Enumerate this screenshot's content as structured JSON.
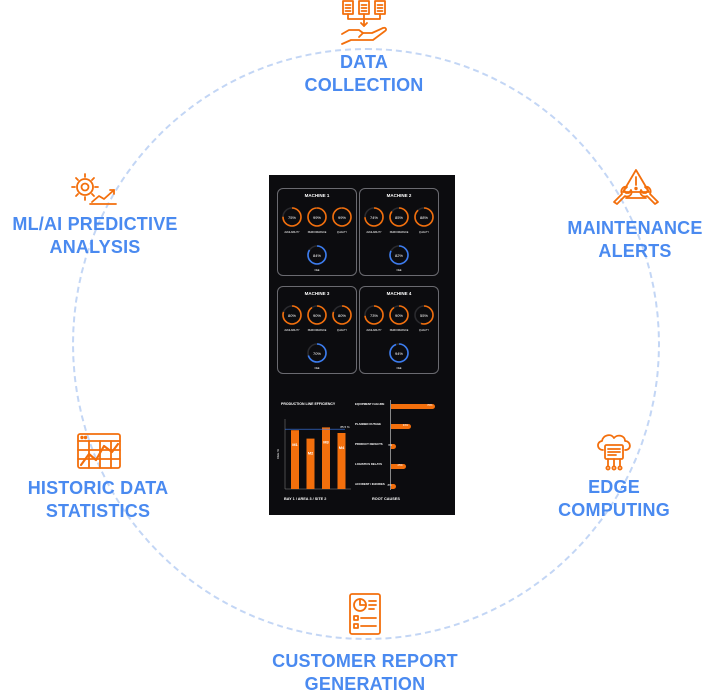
{
  "colors": {
    "accent": "#f36f0c",
    "label": "#4a8af0",
    "ring": "#c3d6f5",
    "dashboard_bg": "#0c0c0f",
    "gauge_blue": "#3b7cf0"
  },
  "cycle": {
    "data_collection": {
      "line1": "DATA",
      "line2": "COLLECTION",
      "icon": "documents-hand-icon"
    },
    "maintenance_alerts": {
      "line1": "MAINTENANCE",
      "line2": "ALERTS",
      "icon": "warning-wrench-icon"
    },
    "edge_computing": {
      "line1": "EDGE",
      "line2": "COMPUTING",
      "icon": "cloud-circuit-icon"
    },
    "customer_report": {
      "line1": "CUSTOMER REPORT",
      "line2": "GENERATION",
      "icon": "report-document-icon"
    },
    "historic_data": {
      "line1": "HISTORIC DATA",
      "line2": "STATISTICS",
      "icon": "data-chart-icon"
    },
    "ml_ai": {
      "line1": "ML/AI PREDICTIVE",
      "line2": "ANALYSIS",
      "icon": "gear-analytics-icon"
    }
  },
  "dashboard": {
    "machines": [
      {
        "title": "MACHINE 1",
        "availability": "75%",
        "performance": "99%",
        "quality": "99%",
        "oee": "84%"
      },
      {
        "title": "MACHINE 2",
        "availability": "74%",
        "performance": "85%",
        "quality": "88%",
        "oee": "82%"
      },
      {
        "title": "MACHINE 3",
        "availability": "80%",
        "performance": "90%",
        "quality": "80%",
        "oee": "70%"
      },
      {
        "title": "MACHINE 4",
        "availability": "73%",
        "performance": "90%",
        "quality": "55%",
        "oee": "94%"
      }
    ],
    "gauge_labels": {
      "availability": "AVAILABILITY",
      "performance": "PERFORMANCE",
      "quality": "QUALITY",
      "oee": "OEE"
    },
    "efficiency": {
      "title": "PRODUCTION LINE EFFICIENCY",
      "ylabel": "OEE %",
      "target_label": "85.5 %",
      "footer": "BAY 1 / AREA 3 / SITE 2"
    },
    "root_causes": {
      "title": "ROOT CAUSES"
    }
  },
  "chart_data": [
    {
      "type": "bar",
      "title": "PRODUCTION LINE EFFICIENCY",
      "ylabel": "OEE %",
      "categories": [
        "M1",
        "M2",
        "M3",
        "M4"
      ],
      "values": [
        84,
        72,
        88,
        80
      ],
      "target": 85.5,
      "ylim": [
        0,
        100
      ]
    },
    {
      "type": "bar",
      "title": "ROOT CAUSES",
      "categories": [
        "EQUIPMENT FAILURE",
        "PLANNED OUTAGE",
        "PRODUCT DEFECTS",
        "LOGISTICS DELAYS",
        "ACCIDENT / INJURIES"
      ],
      "values": [
        76,
        34,
        9,
        25,
        8
      ],
      "value_labels": [
        "76%",
        "34%",
        "9%",
        "25%",
        "8%"
      ],
      "xlim": [
        0,
        100
      ]
    }
  ]
}
